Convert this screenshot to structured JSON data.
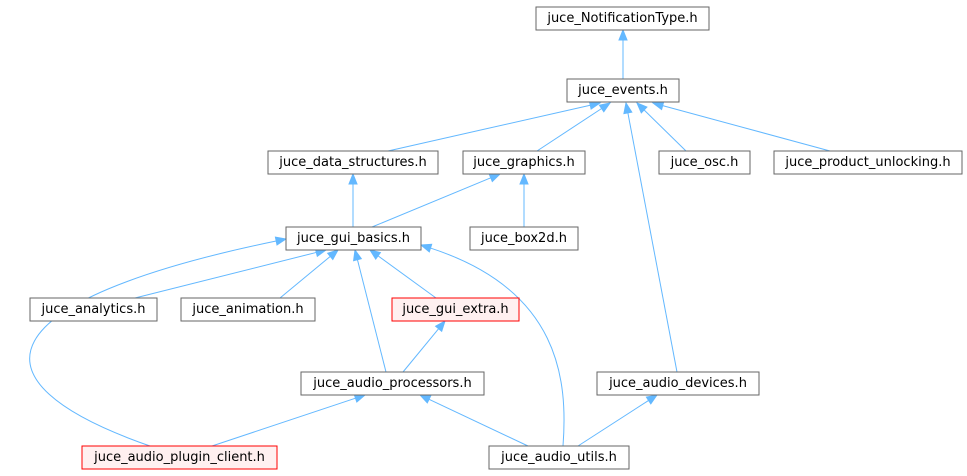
{
  "diagram": {
    "nodes": [
      {
        "id": "notification",
        "label": "juce_NotificationType.h",
        "style": "root"
      },
      {
        "id": "events",
        "label": "juce_events.h",
        "style": "normal"
      },
      {
        "id": "data_structures",
        "label": "juce_data_structures.h",
        "style": "normal"
      },
      {
        "id": "graphics",
        "label": "juce_graphics.h",
        "style": "normal"
      },
      {
        "id": "osc",
        "label": "juce_osc.h",
        "style": "normal"
      },
      {
        "id": "product_unlocking",
        "label": "juce_product_unlocking.h",
        "style": "normal"
      },
      {
        "id": "gui_basics",
        "label": "juce_gui_basics.h",
        "style": "normal"
      },
      {
        "id": "box2d",
        "label": "juce_box2d.h",
        "style": "normal"
      },
      {
        "id": "analytics",
        "label": "juce_analytics.h",
        "style": "normal"
      },
      {
        "id": "animation",
        "label": "juce_animation.h",
        "style": "normal"
      },
      {
        "id": "gui_extra",
        "label": "juce_gui_extra.h",
        "style": "incomplete"
      },
      {
        "id": "audio_processors",
        "label": "juce_audio_processors.h",
        "style": "normal"
      },
      {
        "id": "audio_devices",
        "label": "juce_audio_devices.h",
        "style": "normal"
      },
      {
        "id": "audio_plugin_client",
        "label": "juce_audio_plugin_client.h",
        "style": "incomplete"
      },
      {
        "id": "audio_utils",
        "label": "juce_audio_utils.h",
        "style": "normal"
      }
    ],
    "edges": [
      {
        "from": "events",
        "to": "notification"
      },
      {
        "from": "data_structures",
        "to": "events"
      },
      {
        "from": "graphics",
        "to": "events"
      },
      {
        "from": "osc",
        "to": "events"
      },
      {
        "from": "product_unlocking",
        "to": "events"
      },
      {
        "from": "audio_devices",
        "to": "events"
      },
      {
        "from": "gui_basics",
        "to": "data_structures"
      },
      {
        "from": "gui_basics",
        "to": "graphics"
      },
      {
        "from": "box2d",
        "to": "graphics"
      },
      {
        "from": "analytics",
        "to": "gui_basics"
      },
      {
        "from": "animation",
        "to": "gui_basics"
      },
      {
        "from": "gui_extra",
        "to": "gui_basics"
      },
      {
        "from": "audio_processors",
        "to": "gui_basics"
      },
      {
        "from": "audio_plugin_client",
        "to": "gui_basics"
      },
      {
        "from": "audio_utils",
        "to": "gui_basics"
      },
      {
        "from": "audio_processors",
        "to": "gui_extra"
      },
      {
        "from": "audio_plugin_client",
        "to": "audio_processors"
      },
      {
        "from": "audio_utils",
        "to": "audio_processors"
      },
      {
        "from": "audio_utils",
        "to": "audio_devices"
      }
    ],
    "colors": {
      "edge": "#63b8ff",
      "root_fill": "#999999",
      "incomplete_border": "#ff0000",
      "incomplete_fill": "#fff0f0",
      "node_border": "#666666"
    }
  }
}
